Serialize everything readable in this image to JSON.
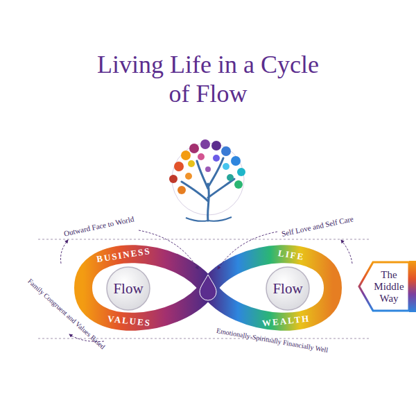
{
  "diagram": {
    "title": "Living Life in a Cycle of Flow",
    "nodes": [
      {
        "text": [
          "Flow"
        ]
      },
      {
        "text": [
          "Flow"
        ]
      },
      {
        "text": [
          "The Middle Way"
        ]
      }
    ],
    "labels": [
      "Outward Face to World",
      "Self Love and Self Care",
      "BUSINESS",
      "LIFE",
      "VALUES",
      "WEALTH",
      "Family Congruent and Values Based",
      "Emotionally-Spiritually Financially Well"
    ]
  }
}
